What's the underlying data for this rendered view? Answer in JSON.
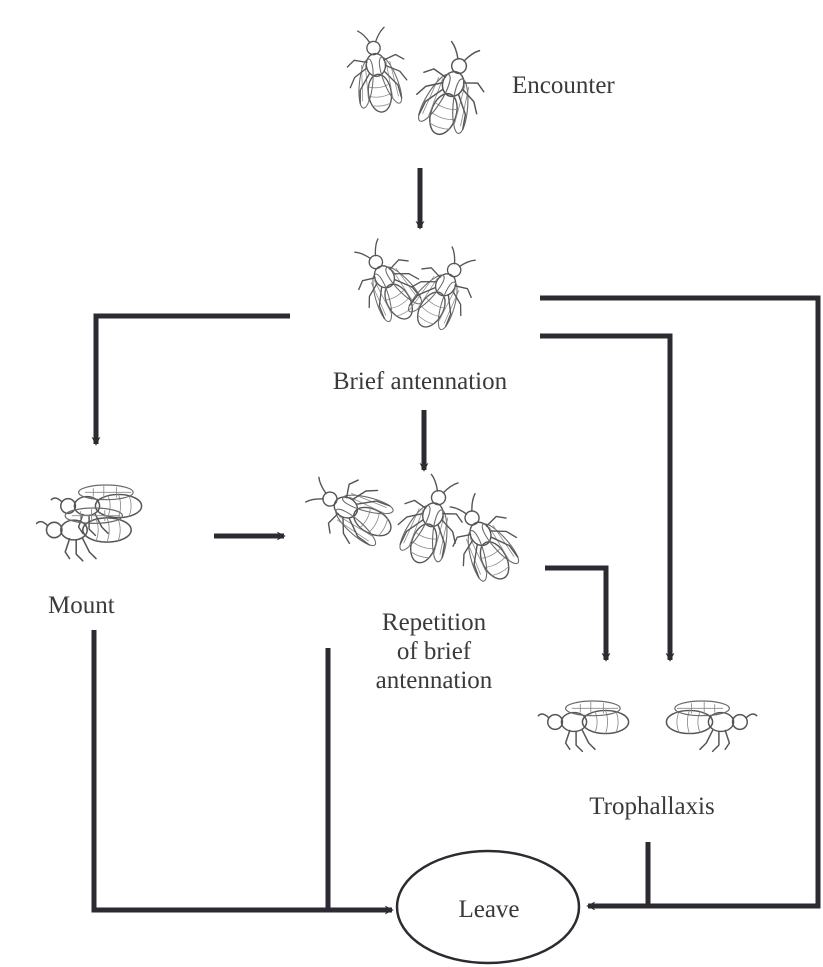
{
  "nodes": {
    "encounter": "Encounter",
    "brief_antennation": "Brief antennation",
    "mount": "Mount",
    "repetition": [
      "Repetition",
      "of brief",
      "antennation"
    ],
    "trophallaxis": "Trophallaxis",
    "leave": "Leave"
  },
  "edges": [
    [
      "encounter",
      "brief_antennation"
    ],
    [
      "brief_antennation",
      "mount"
    ],
    [
      "brief_antennation",
      "repetition"
    ],
    [
      "brief_antennation",
      "trophallaxis"
    ],
    [
      "brief_antennation",
      "leave"
    ],
    [
      "mount",
      "repetition"
    ],
    [
      "mount",
      "leave"
    ],
    [
      "repetition",
      "trophallaxis"
    ],
    [
      "repetition",
      "leave"
    ],
    [
      "trophallaxis",
      "leave"
    ]
  ],
  "colors": {
    "line": "#2e2a32",
    "text": "#3a3a3a",
    "sketch": "#555555"
  }
}
